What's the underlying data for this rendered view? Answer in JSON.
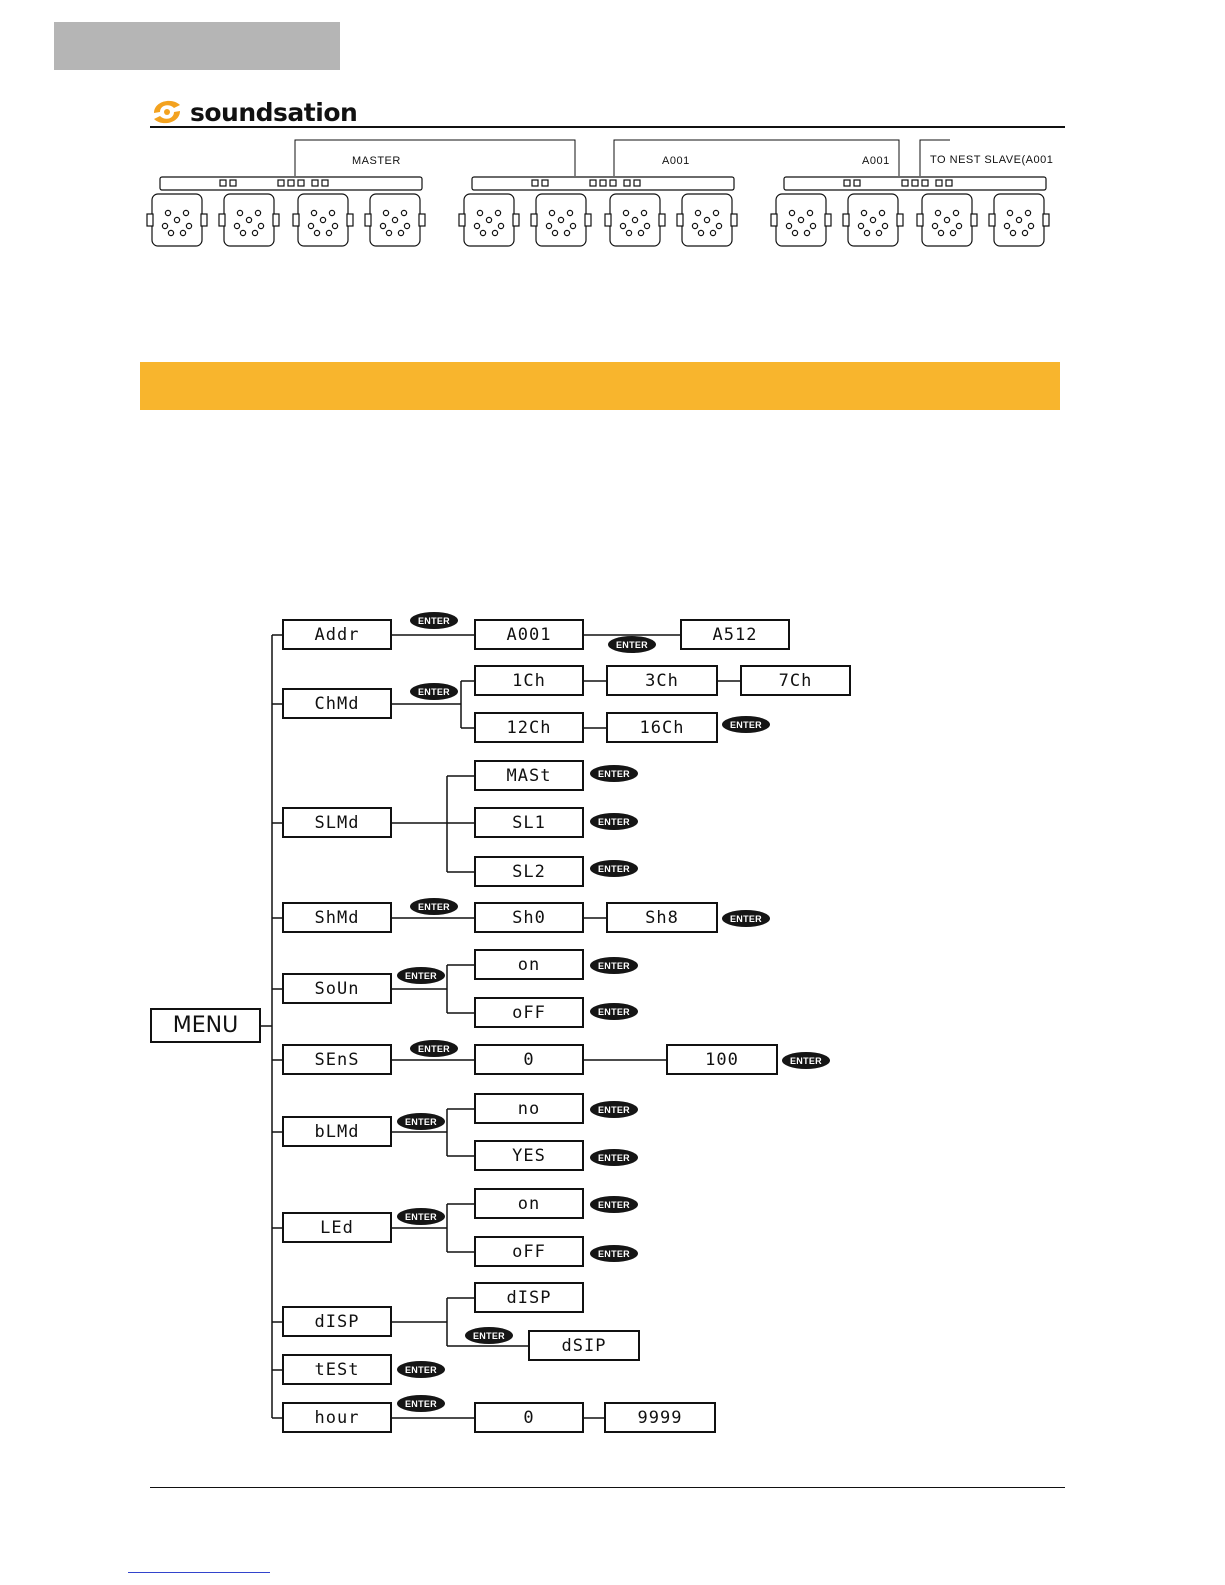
{
  "header": {
    "brand": "soundsation"
  },
  "wiring": {
    "master_label": "MASTER",
    "slave1_label": "A001",
    "slave2_label": "A001",
    "next_label": "TO NEST SLAVE(A001"
  },
  "menu": {
    "root": "MENU",
    "enter_label": "ENTER",
    "items": [
      {
        "label": "Addr",
        "options": [
          "A001",
          "A512"
        ]
      },
      {
        "label": "ChMd",
        "options": [
          "1Ch",
          "3Ch",
          "7Ch",
          "12Ch",
          "16Ch"
        ]
      },
      {
        "label": "SLMd",
        "options": [
          "MASt",
          "SL1",
          "SL2"
        ]
      },
      {
        "label": "ShMd",
        "options": [
          "Sh0",
          "Sh8"
        ]
      },
      {
        "label": "SoUn",
        "options": [
          "on",
          "oFF"
        ]
      },
      {
        "label": "SEnS",
        "options": [
          "0",
          "100"
        ]
      },
      {
        "label": "bLMd",
        "options": [
          "no",
          "YES"
        ]
      },
      {
        "label": "LEd",
        "options": [
          "on",
          "oFF"
        ]
      },
      {
        "label": "dISP",
        "options": [
          "dISP",
          "dSIP"
        ]
      },
      {
        "label": "tESt",
        "options": []
      },
      {
        "label": "hour",
        "options": [
          "0",
          "9999"
        ]
      }
    ]
  }
}
